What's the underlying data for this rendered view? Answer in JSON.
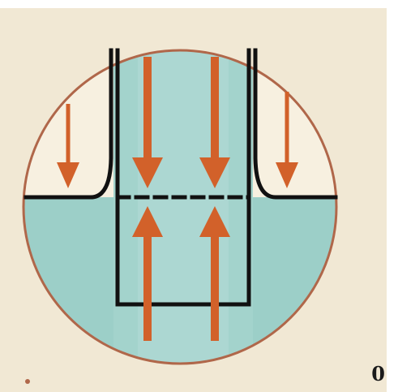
{
  "figure": {
    "corner_label": "0",
    "colors": {
      "paper": "#f1e8d4",
      "liquid": "#9ccfc8",
      "circle_outline": "#b0674a",
      "walls": "#111111",
      "arrows": "#d2612a"
    },
    "parts": [
      "magnified-circle",
      "liquid",
      "tube-walls",
      "meniscus",
      "pressure-arrows"
    ]
  }
}
